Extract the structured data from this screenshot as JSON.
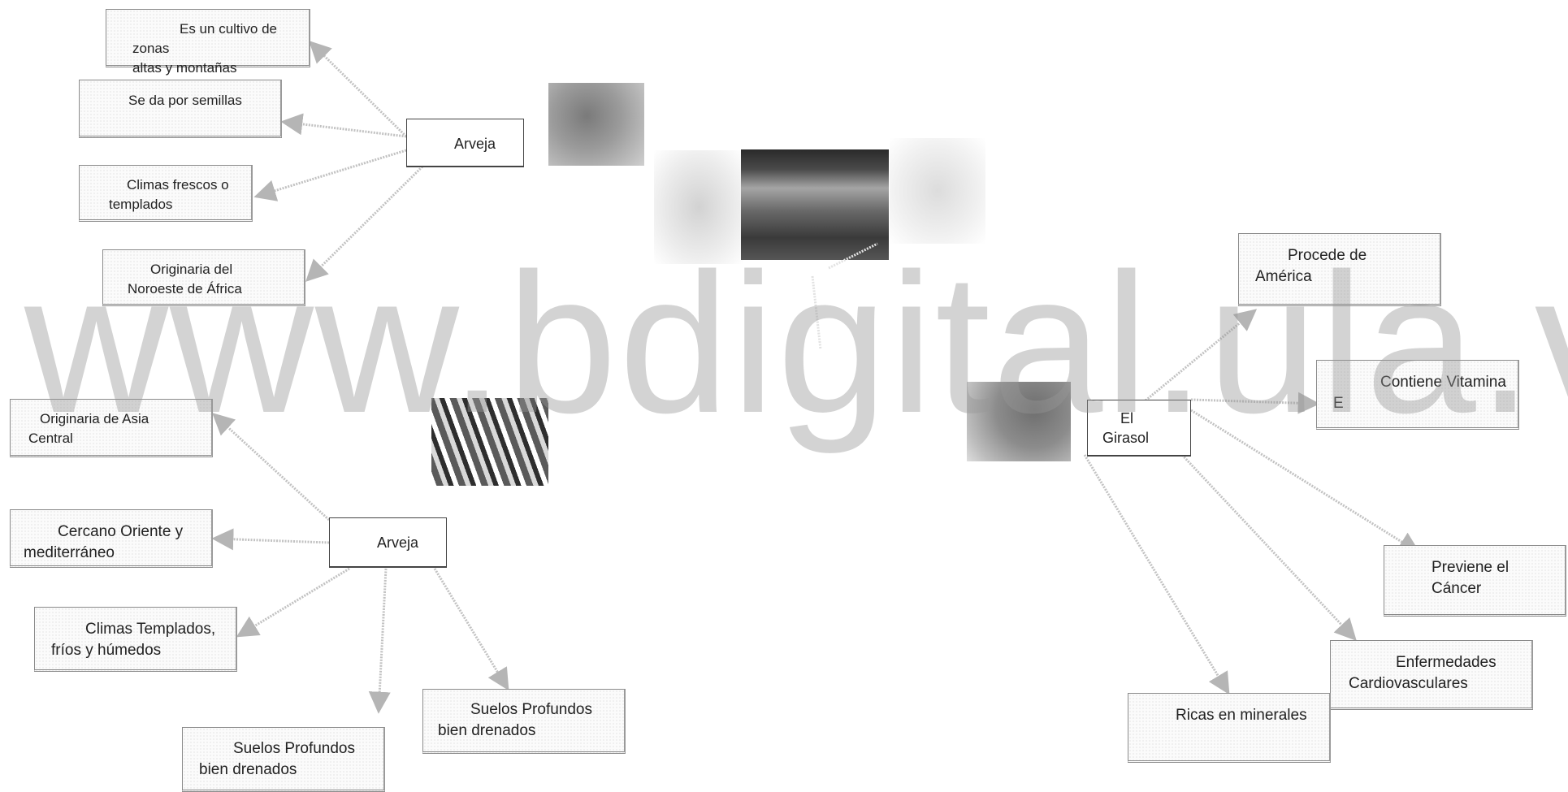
{
  "watermark": "www.bdigital.ula.ve",
  "map_top": {
    "hub": "Arveja",
    "nodes": [
      "Es un cultivo de zonas\naltas y montañas",
      "Se da por semillas",
      "Climas frescos o\ntemplados",
      "Originaria del\nNoroeste de África"
    ]
  },
  "map_bottom": {
    "hub": "Arveja",
    "nodes": [
      "Originaria de Asia\nCentral",
      "Cercano Oriente y\nmediterráneo",
      "Climas Templados,\nfríos y húmedos",
      "Suelos Profundos\nbien drenados",
      "Suelos Profundos\nbien drenados"
    ]
  },
  "map_right": {
    "hub": "El\nGirasol",
    "nodes": [
      "Procede de\nAmérica",
      "Contiene Vitamina\nE",
      "Previene el Cáncer",
      "Enfermedades\nCardiovasculares",
      "Ricas en minerales"
    ]
  }
}
